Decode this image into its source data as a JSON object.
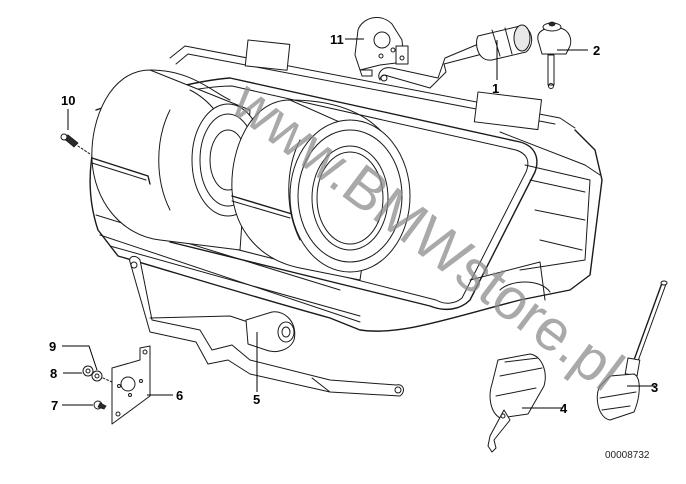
{
  "diagram": {
    "title": "Heater blower housing with vacuum actuators",
    "catalog_number": "00008732",
    "watermark": "www.BMWstore.pl",
    "callouts": [
      {
        "id": "1",
        "label": "1",
        "part": "vacuum-actuator-with-linkage"
      },
      {
        "id": "2",
        "label": "2",
        "part": "vacuum-actuator-small"
      },
      {
        "id": "3",
        "label": "3",
        "part": "vacuum-actuator-with-rod"
      },
      {
        "id": "4",
        "label": "4",
        "part": "vacuum-actuator-with-hook"
      },
      {
        "id": "5",
        "label": "5",
        "part": "vacuum-actuator-with-long-linkage"
      },
      {
        "id": "6",
        "label": "6",
        "part": "mounting-plate"
      },
      {
        "id": "7",
        "label": "7",
        "part": "screw"
      },
      {
        "id": "8",
        "label": "8",
        "part": "nut"
      },
      {
        "id": "9",
        "label": "9",
        "part": "washer"
      },
      {
        "id": "10",
        "label": "10",
        "part": "screw"
      },
      {
        "id": "11",
        "label": "11",
        "part": "bracket"
      }
    ]
  }
}
